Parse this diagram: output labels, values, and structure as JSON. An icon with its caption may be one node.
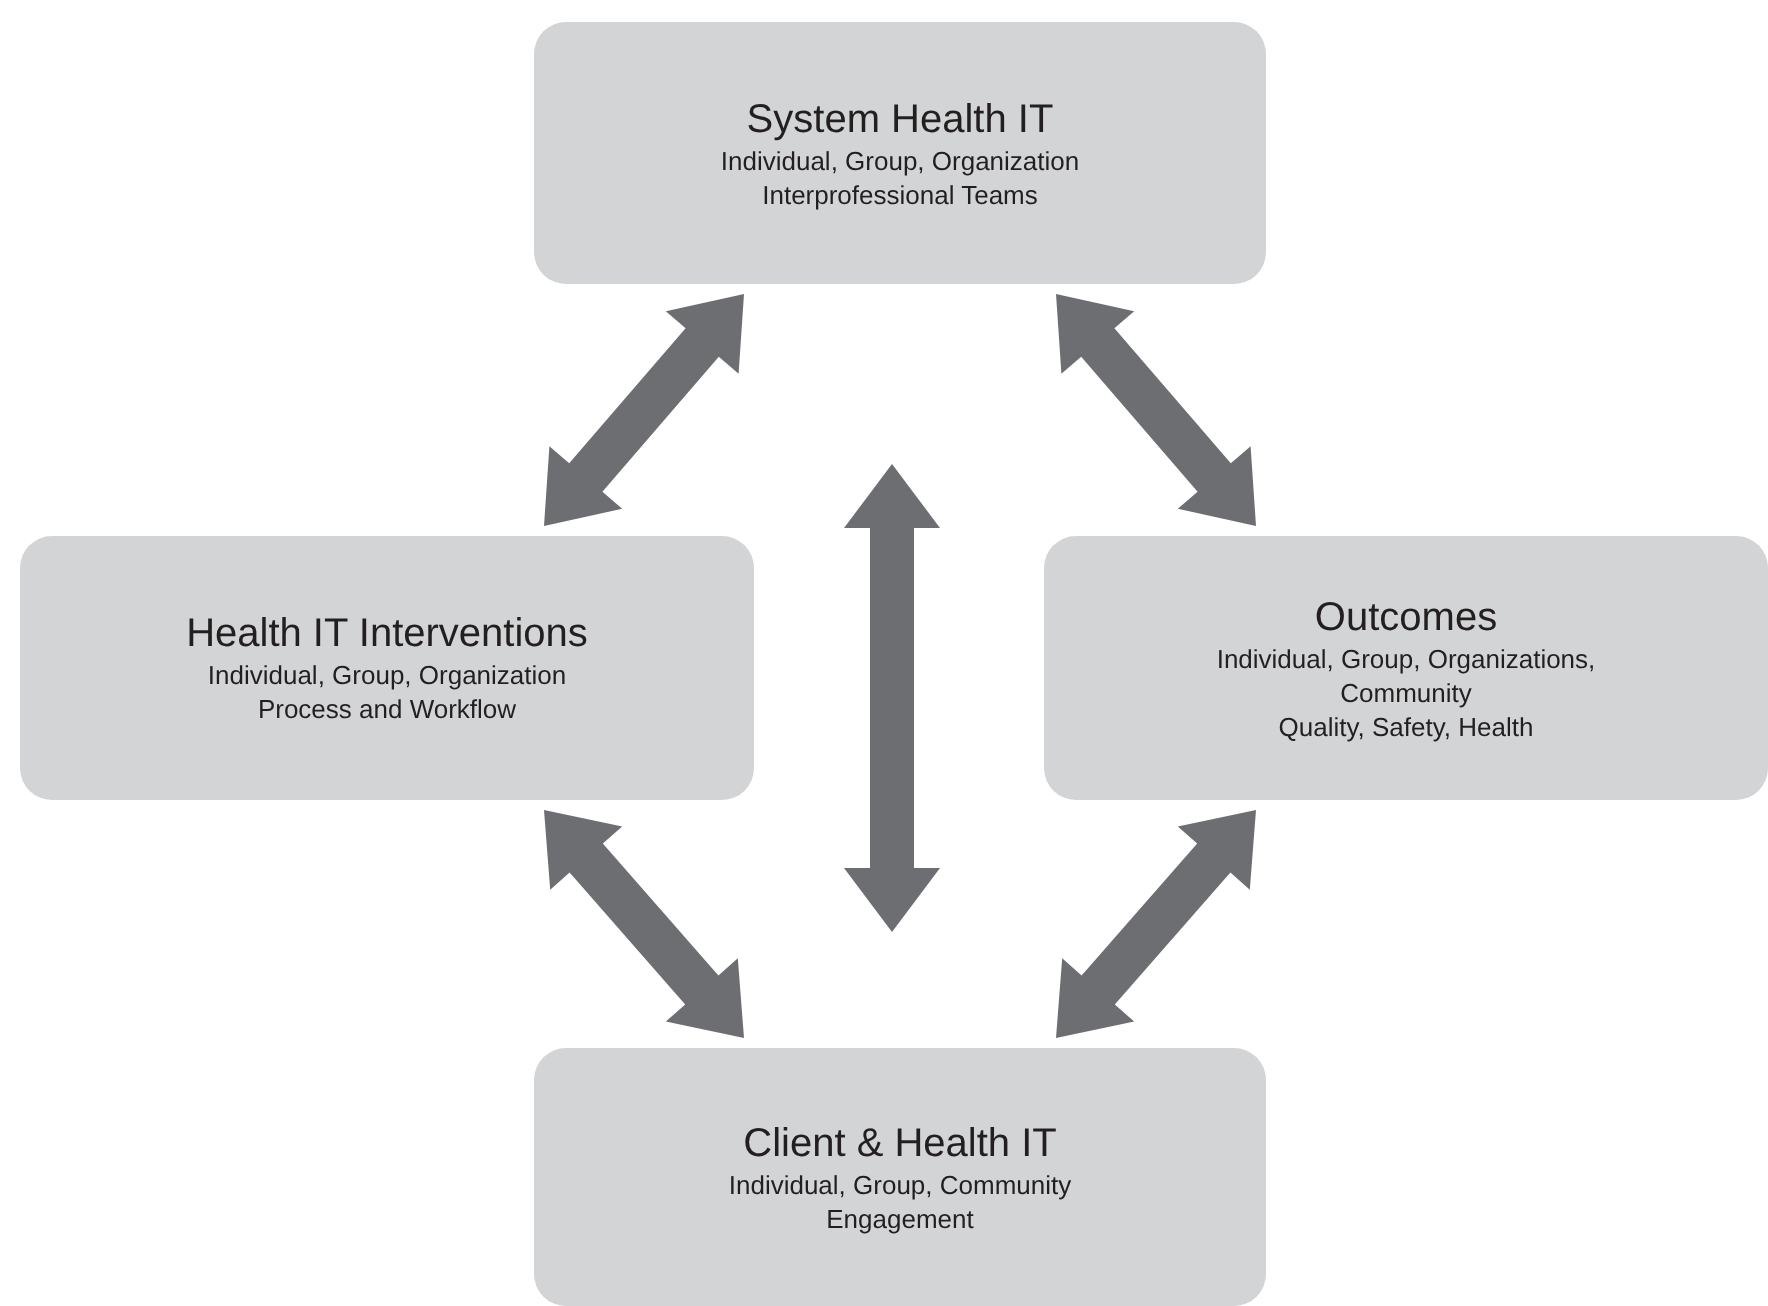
{
  "diagram": {
    "nodes": [
      {
        "text": [
          "System Health IT",
          "Individual, Group, Organization",
          "Interprofessional Teams"
        ]
      },
      {
        "text": [
          "Health IT Interventions",
          "Individual, Group, Organization",
          "Process and Workflow"
        ]
      },
      {
        "text": [
          "Outcomes",
          "Individual, Group, Organizations, Community",
          "Quality, Safety, Health"
        ]
      },
      {
        "text": [
          "Client & Health IT",
          "Individual, Group, Community",
          "Engagement"
        ]
      }
    ],
    "edges": [
      {
        "from": 0,
        "to": 1,
        "arrow": "both"
      },
      {
        "from": 0,
        "to": 2,
        "arrow": "both"
      },
      {
        "from": 0,
        "to": 3,
        "arrow": "both"
      },
      {
        "from": 1,
        "to": 3,
        "arrow": "both"
      },
      {
        "from": 2,
        "to": 3,
        "arrow": "both"
      }
    ]
  }
}
